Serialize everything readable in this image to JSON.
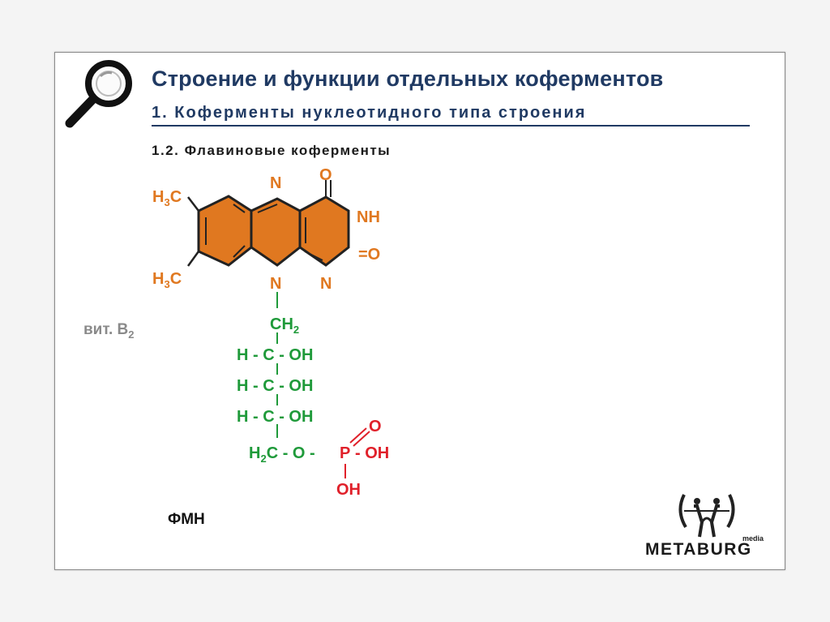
{
  "slide": {
    "title": "Строение и функции отдельных коферментов",
    "subtitle": "1. Коферменты нуклеотидного типа строения",
    "section": "1.2. Флавиновые коферменты",
    "vitamin_label": "вит. В",
    "vitamin_sub": "2",
    "compound_name": "ФМН"
  },
  "structure": {
    "ring_labels": {
      "n_top": "N",
      "o_top": "O",
      "nh": "NH",
      "o_right": "=O",
      "n_bottom_left": "N",
      "n_bottom_right": "N",
      "methyl_1": "H",
      "methyl_1_sub": "3",
      "methyl_1_c": "C",
      "methyl_2": "H",
      "methyl_2_sub": "3",
      "methyl_2_c": "C"
    },
    "chain": {
      "ch2": "CH",
      "ch2_sub": "2",
      "row1": "H - C - OH",
      "row2": "H - C - OH",
      "row3": "H - C - OH",
      "last_h": "H",
      "last_h_sub": "2",
      "last_c_o": "C - O -",
      "phosphorus": "P",
      "p_oh": "- OH",
      "p_o": "O",
      "p_oh_bottom": "OH"
    },
    "colors": {
      "ring_fill": "#e07820",
      "ring_stroke": "#222222",
      "ring_text": "#e07820",
      "chain_text": "#1f9a3a",
      "phosphate_text": "#e0202a"
    }
  },
  "branding": {
    "logo_text": "METABURG",
    "logo_small": "media"
  },
  "icons": {
    "magnifier": "magnifier-icon",
    "logo": "metaburg-logo-icon"
  }
}
